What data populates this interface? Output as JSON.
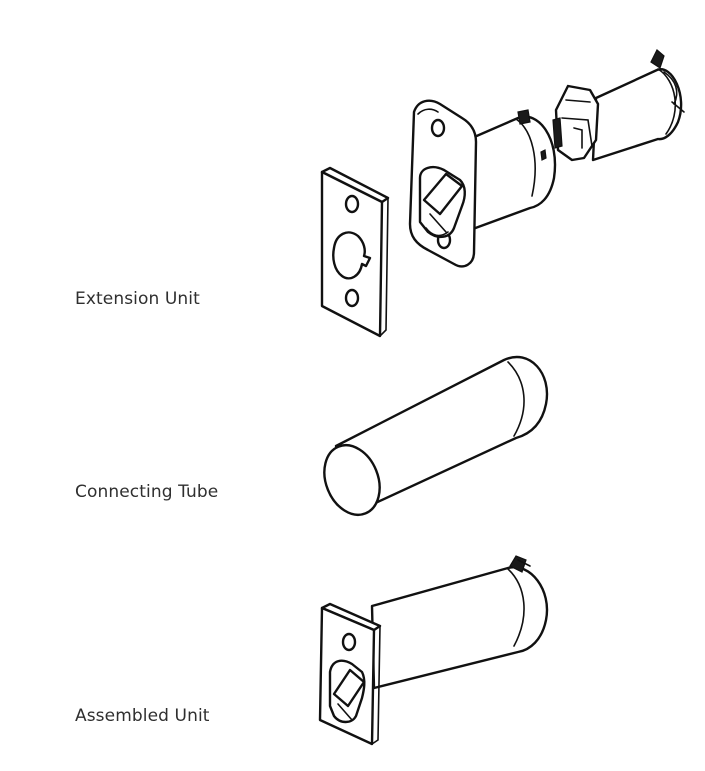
{
  "labels": {
    "extension_unit": "Extension Unit",
    "connecting_tube": "Connecting Tube",
    "assembled_unit": "Assembled Unit"
  },
  "colors": {
    "background": "#ffffff",
    "line": "#111111",
    "text": "#2f2f2f"
  }
}
